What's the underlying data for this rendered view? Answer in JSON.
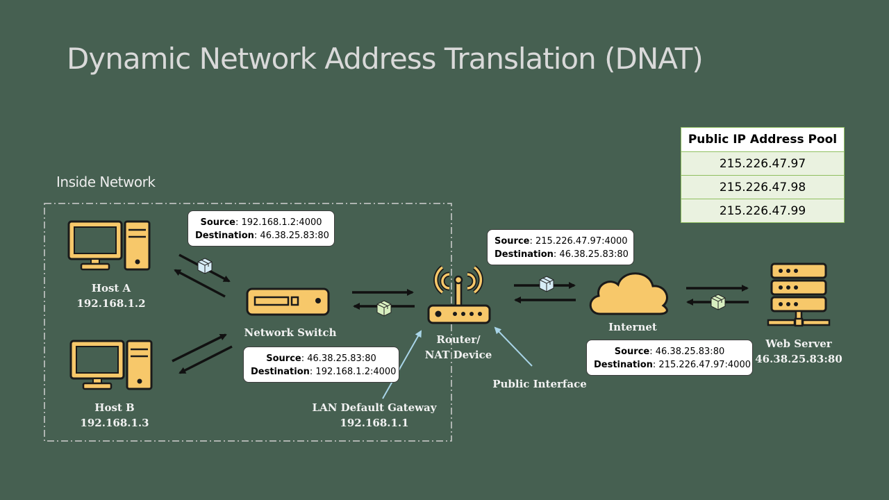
{
  "title": "Dynamic Network Address Translation (DNAT)",
  "inside_network_label": "Inside Network",
  "pool": {
    "header": "Public IP Address Pool",
    "addresses": [
      "215.226.47.97",
      "215.226.47.98",
      "215.226.47.99"
    ]
  },
  "hosts": {
    "a": {
      "name": "Host A",
      "ip": "192.168.1.2"
    },
    "b": {
      "name": "Host B",
      "ip": "192.168.1.3"
    }
  },
  "switch_label": "Network Switch",
  "router_label_1": "Router/",
  "router_label_2": "NAT Device",
  "internet_label": "Internet",
  "server": {
    "name": "Web Server",
    "ip": "46.38.25.83:80"
  },
  "gateway": {
    "name": "LAN Default Gateway",
    "ip": "192.168.1.1"
  },
  "public_interface_label": "Public Interface",
  "callouts": {
    "lan_out": {
      "source_label": "Source",
      "source": ": 192.168.1.2:4000",
      "dest_label": "Destination",
      "dest": ": 46.38.25.83:80"
    },
    "wan_out": {
      "source_label": "Source",
      "source": ": 215.226.47.97:4000",
      "dest_label": "Destination",
      "dest": ": 46.38.25.83:80"
    },
    "lan_in": {
      "source_label": "Source",
      "source": ": 46.38.25.83:80",
      "dest_label": "Destination",
      "dest": ": 192.168.1.2:4000"
    },
    "wan_in": {
      "source_label": "Source",
      "source": ": 46.38.25.83:80",
      "dest_label": "Destination",
      "dest": ": 215.226.47.97:4000"
    }
  },
  "colors": {
    "background": "#466051",
    "device_fill": "#f7c86a",
    "arrow": "#111111",
    "pointer": "#a9d5e8"
  }
}
